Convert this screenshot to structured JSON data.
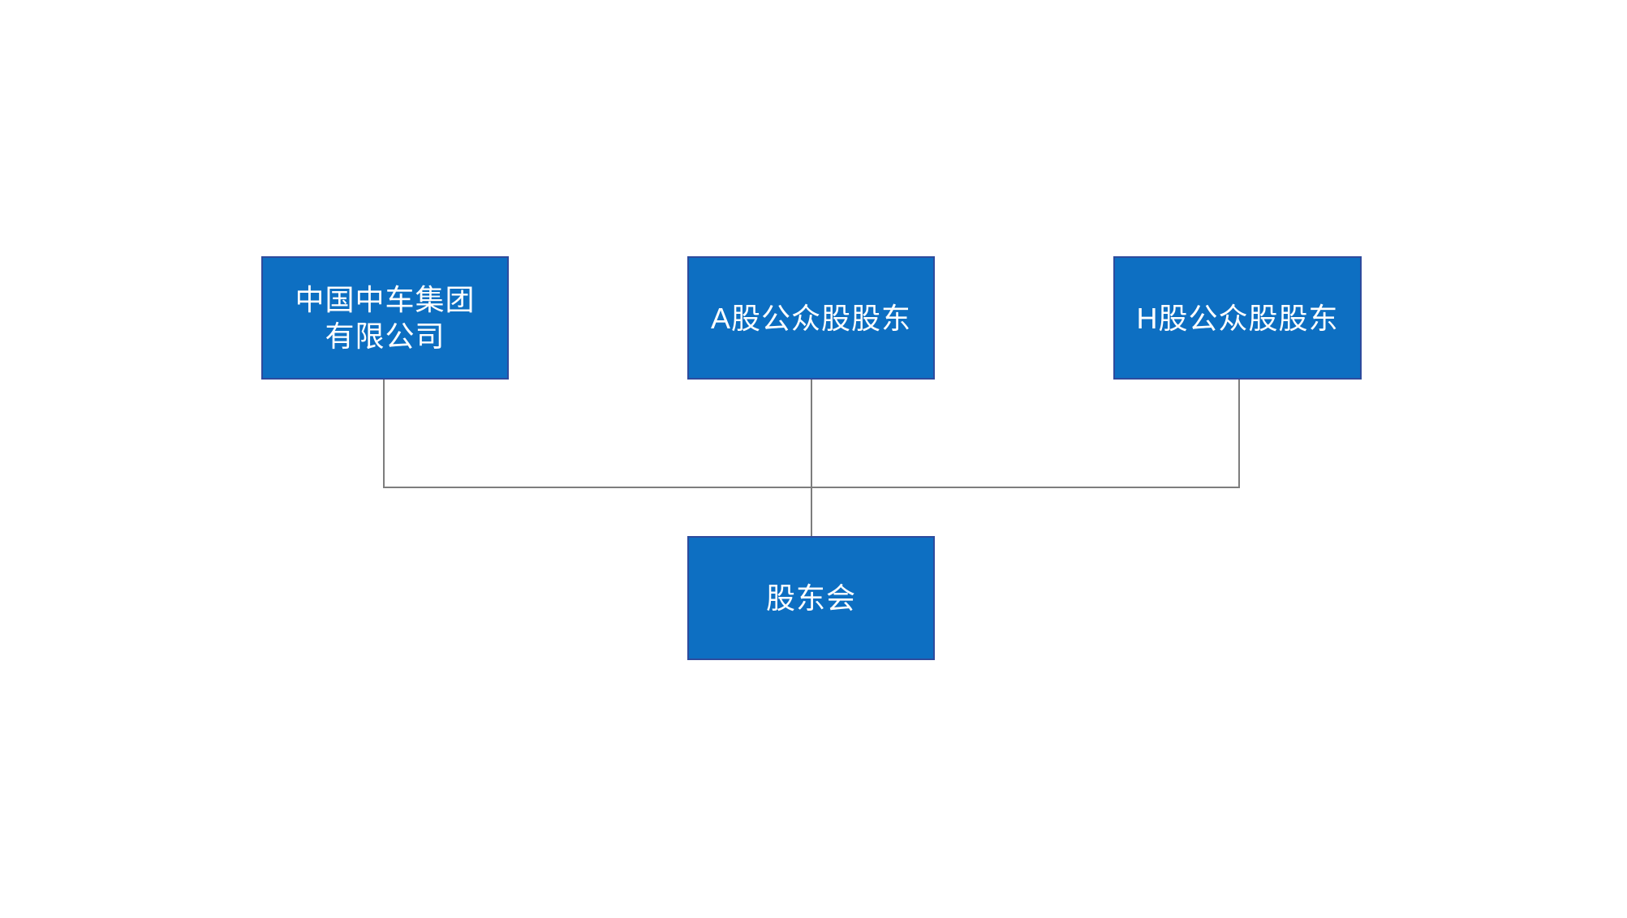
{
  "colors": {
    "background": "#ffffff",
    "node-fill": "#0d6fc2",
    "node-border": "#2e4b9d",
    "text-color": "#ffffff",
    "connector-color": "#7d7d7d"
  },
  "diagram": {
    "type": "org-chart",
    "nodes": {
      "crrc_group": {
        "label": "中国中车集团\n有限公司"
      },
      "a_share": {
        "label": "A股公众股股东"
      },
      "h_share": {
        "label": "H股公众股股东"
      },
      "shareholders_meeting": {
        "label": "股东会"
      }
    },
    "edges": [
      {
        "from": "crrc_group",
        "to": "shareholders_meeting"
      },
      {
        "from": "a_share",
        "to": "shareholders_meeting"
      },
      {
        "from": "h_share",
        "to": "shareholders_meeting"
      }
    ]
  }
}
